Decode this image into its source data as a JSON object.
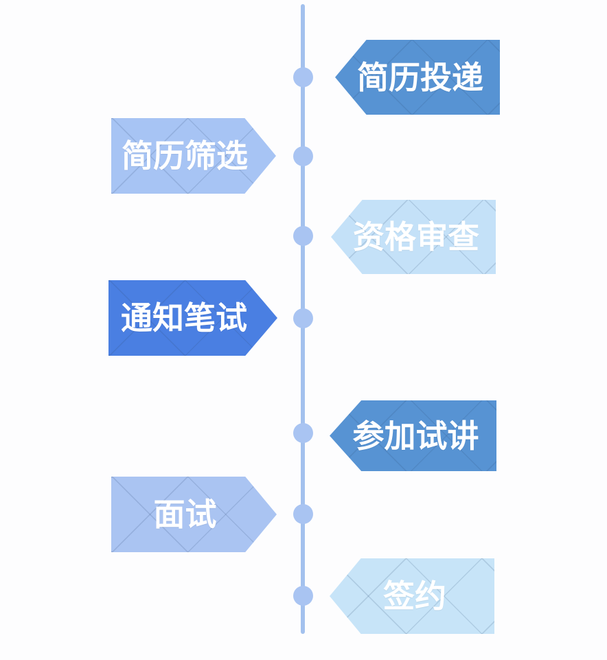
{
  "timeline": {
    "line_color": "#a3c1ee",
    "dot_color": "#a9c4f2",
    "text_color": "#ffffff",
    "stages": [
      {
        "label": "简历投递",
        "side": "right",
        "color": "#5793d3"
      },
      {
        "label": "简历筛选",
        "side": "left",
        "color": "#a7c4f4"
      },
      {
        "label": "资格审查",
        "side": "right",
        "color": "#c4e1f8"
      },
      {
        "label": "通知笔试",
        "side": "left",
        "color": "#4a7fe2"
      },
      {
        "label": "参加试讲",
        "side": "right",
        "color": "#5793d3"
      },
      {
        "label": "面试",
        "side": "left",
        "color": "#aac4f2"
      },
      {
        "label": "签约",
        "side": "right",
        "color": "#c7e4f8"
      }
    ]
  }
}
